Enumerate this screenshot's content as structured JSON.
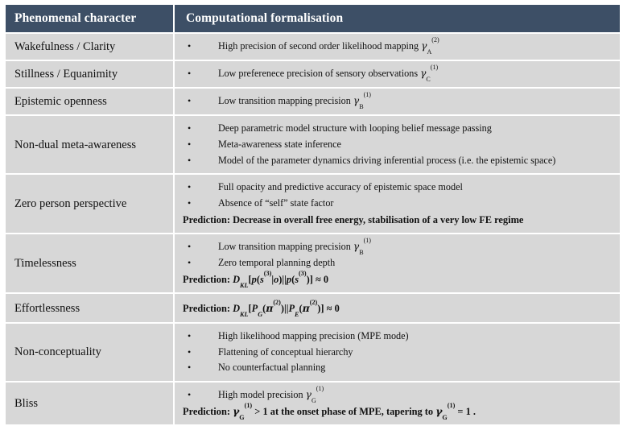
{
  "table": {
    "headers": {
      "phenomenal": "Phenomenal character",
      "formalisation": "Computational formalisation"
    },
    "colors": {
      "header_bg": "#3d4f66",
      "header_text": "#ffffff",
      "cell_bg": "#d7d7d7",
      "cell_text": "#111111",
      "page_bg": "#ffffff"
    },
    "rows": [
      {
        "phenomenal": "Wakefulness / Clarity",
        "bullets": [
          "High precision of second order likelihood mapping γ_A^(2)"
        ],
        "bullets_text": [
          "High precision of second order likelihood mapping "
        ],
        "prediction": ""
      },
      {
        "phenomenal": "Stillness / Equanimity",
        "bullets": [
          "Low preferenece precision of sensory observations γ_C^(1)"
        ],
        "bullets_text": [
          "Low preferenece precision of sensory observations "
        ],
        "prediction": ""
      },
      {
        "phenomenal": "Epistemic openness",
        "bullets": [
          "Low transition mapping precision γ_B^(1)"
        ],
        "bullets_text": [
          "Low transition mapping precision "
        ],
        "prediction": ""
      },
      {
        "phenomenal": "Non-dual meta-awareness",
        "bullets": [
          "Deep parametric model structure with looping belief message passing",
          "Meta-awareness state inference",
          "Model of the parameter dynamics driving inferential process (i.e. the epistemic space)"
        ],
        "prediction": ""
      },
      {
        "phenomenal": "Zero person perspective",
        "bullets": [
          "Full opacity and predictive accuracy of epistemic space model",
          "Absence of “self” state factor"
        ],
        "prediction": "Prediction: Decrease in overall free energy, stabilisation of a very low FE regime"
      },
      {
        "phenomenal": "Timelessness",
        "bullets": [
          "Low transition mapping precision γ_B^(1)",
          "Zero temporal planning depth"
        ],
        "prediction": "Prediction: D_KL[p(s^(3)|o)||p(s^(3))] ≈ 0"
      },
      {
        "phenomenal": "Effortlessness",
        "bullets": [],
        "prediction": "Prediction: D_KL[P_G(π^(2))||P_E(π^(2))] ≈ 0"
      },
      {
        "phenomenal": "Non-conceptuality",
        "bullets": [
          "High likelihood mapping precision (MPE mode)",
          "Flattening of conceptual hierarchy",
          "No counterfactual planning"
        ],
        "prediction": ""
      },
      {
        "phenomenal": "Bliss",
        "bullets": [
          "High model precision γ_G^(1)"
        ],
        "prediction": "Prediction: γ_G^(1) > 1 at the onset phase of MPE, tapering to γ_G^(1) = 1 ."
      }
    ],
    "bullet_glyph": "•",
    "labels": {
      "prediction_prefix": "Prediction:"
    },
    "math": {
      "gamma": "γ",
      "pi": "π",
      "approx": "≈",
      "gt": ">",
      "eq": "=",
      "dkl": "D",
      "kl_sub": "KL",
      "sub_A": "A",
      "sub_B": "B",
      "sub_C": "C",
      "sub_G": "G",
      "sub_E": "E",
      "sup1": "(1)",
      "sup2": "(2)",
      "sup3": "(3)",
      "s": "s",
      "o": "o",
      "p": "p",
      "P": "P",
      "zero": "0",
      "one": "1",
      "bar": "|",
      "dbar": "||",
      "lb": "[",
      "rb": "]",
      "lp": "(",
      "rp": ")",
      "period": "."
    },
    "text_fragments": {
      "r1_b1": "High precision of second order likelihood mapping",
      "r2_b1": "Low preferenece precision of sensory observations",
      "r3_b1": "Low transition mapping precision",
      "r4_b1": "Deep parametric model structure with looping belief message passing",
      "r4_b2": "Meta-awareness state inference",
      "r4_b3": "Model of the parameter dynamics driving inferential process (i.e. the epistemic space)",
      "r5_b1": "Full opacity and predictive accuracy of epistemic space model",
      "r5_b2": "Absence of “self” state factor",
      "r5_pred_text": "Decrease in overall free energy, stabilisation of a very low FE regime",
      "r6_b1": "Low transition mapping precision",
      "r6_b2": "Zero temporal planning depth",
      "r8_b1": "High likelihood mapping precision (MPE mode)",
      "r8_b2": "Flattening of conceptual hierarchy",
      "r8_b3": "No counterfactual planning",
      "r9_b1": "High model precision",
      "r9_pred_mid": "at the onset phase of MPE, tapering to"
    }
  }
}
